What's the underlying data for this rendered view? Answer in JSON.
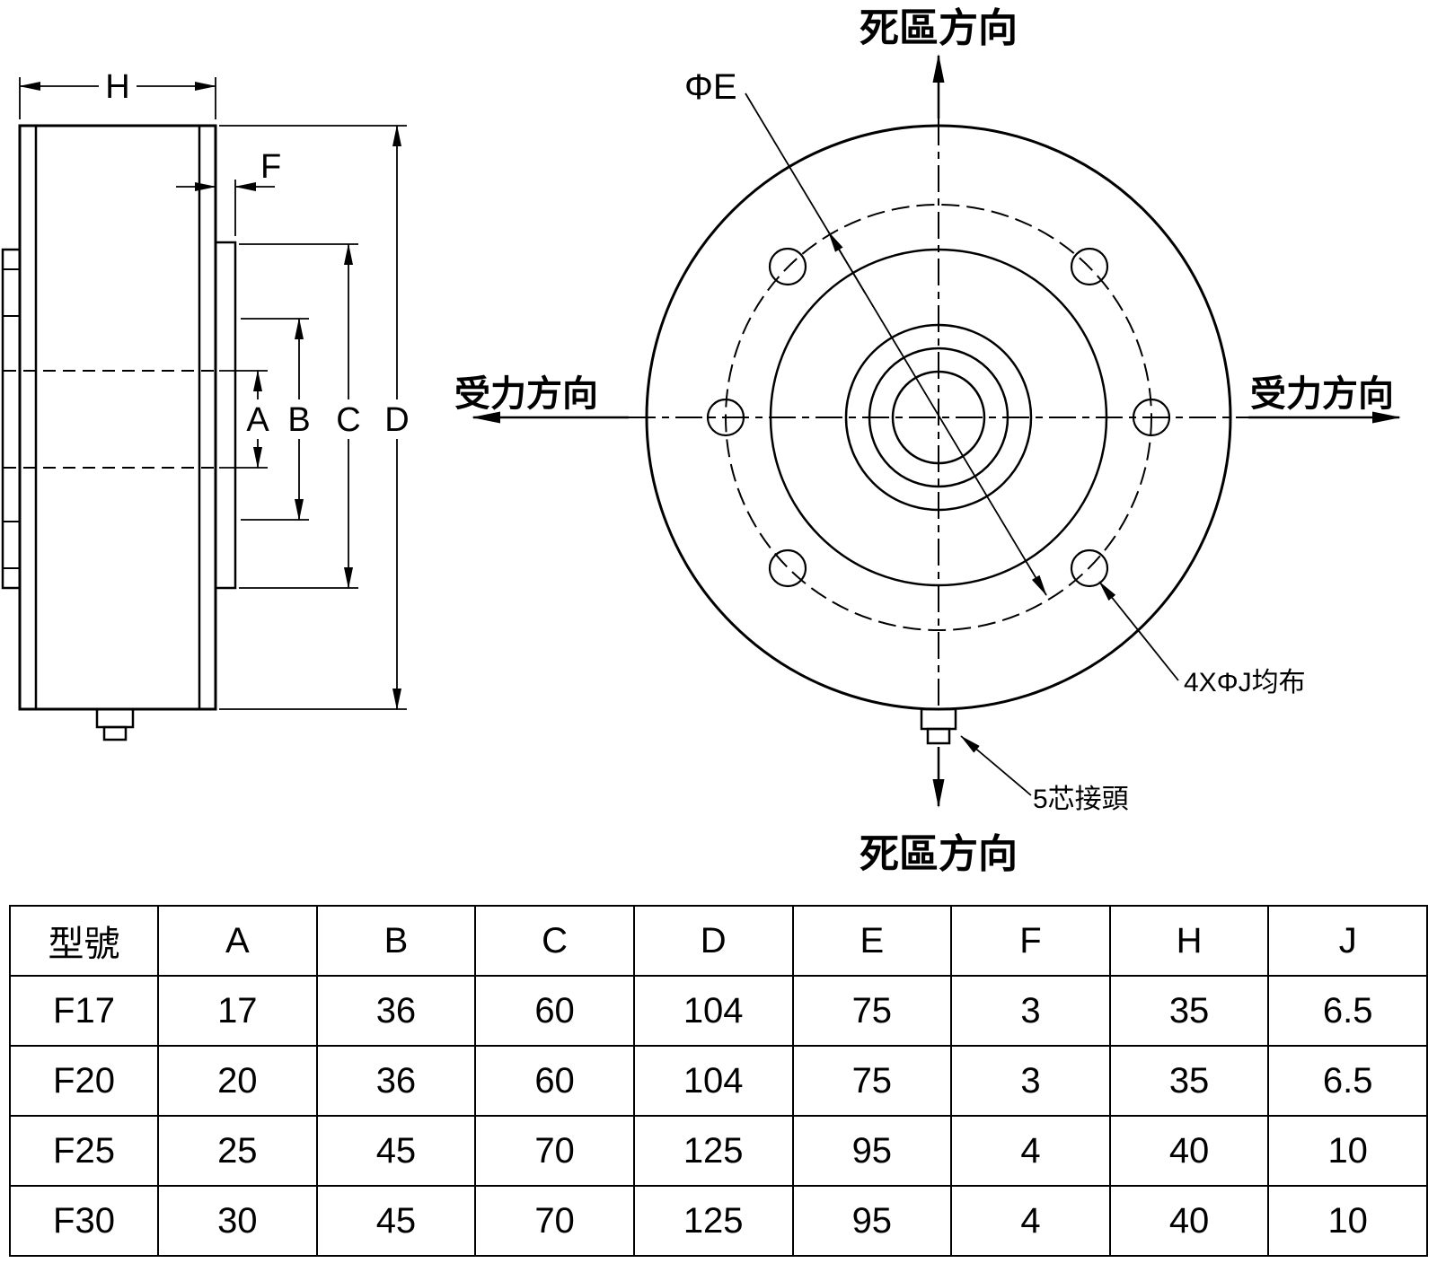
{
  "drawing": {
    "front": {
      "dead_zone_top": "死區方向",
      "dead_zone_bottom": "死區方向",
      "force_left": "受力方向",
      "force_right": "受力方向",
      "bolt_circle_label": "ΦE",
      "holes_note": "4XΦJ均布",
      "connector_note": "5芯接頭"
    },
    "side": {
      "dim_h": "H",
      "dim_f": "F",
      "dim_a": "A",
      "dim_b": "B",
      "dim_c": "C",
      "dim_d": "D"
    }
  },
  "table": {
    "headers": [
      "型號",
      "A",
      "B",
      "C",
      "D",
      "E",
      "F",
      "H",
      "J"
    ],
    "rows": [
      [
        "F17",
        "17",
        "36",
        "60",
        "104",
        "75",
        "3",
        "35",
        "6.5"
      ],
      [
        "F20",
        "20",
        "36",
        "60",
        "104",
        "75",
        "3",
        "35",
        "6.5"
      ],
      [
        "F25",
        "25",
        "45",
        "70",
        "125",
        "95",
        "4",
        "40",
        "10"
      ],
      [
        "F30",
        "30",
        "45",
        "70",
        "125",
        "95",
        "4",
        "40",
        "10"
      ]
    ]
  }
}
